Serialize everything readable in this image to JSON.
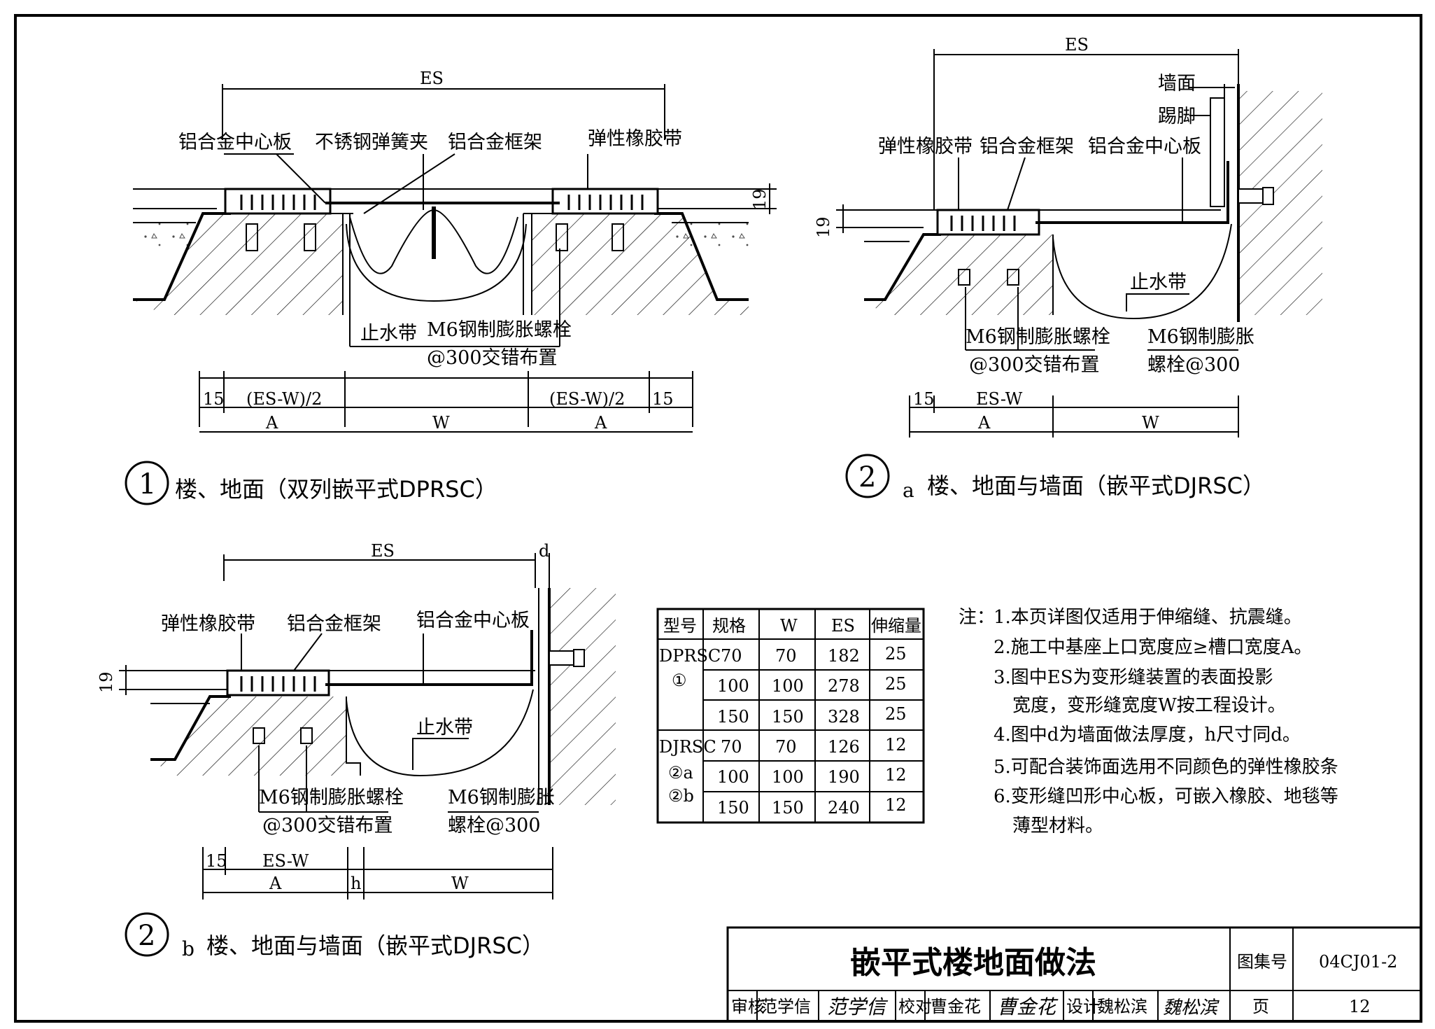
{
  "detail1": {
    "es": "ES",
    "labels": [
      "铝合金中心板",
      "不锈钢弹簧夹",
      "铝合金框架",
      "弹性橡胶带"
    ],
    "waterstop": "止水带",
    "bolt1": "M6钢制膨胀螺栓",
    "bolt2": "@300交错布置",
    "dim19": "19",
    "d15a": "15",
    "desw_l": "(ES-W)/2",
    "desw_r": "(ES-W)/2",
    "d15b": "15",
    "dA1": "A",
    "dW": "W",
    "dA2": "A",
    "num": "1",
    "title": "楼、地面（双列嵌平式DPRSC）"
  },
  "detail2a": {
    "es": "ES",
    "wall": "墙面",
    "skirt": "踢脚",
    "labels": [
      "弹性橡胶带",
      "铝合金框架",
      "铝合金中心板"
    ],
    "dim19": "19",
    "waterstop": "止水带",
    "bolt1": "M6钢制膨胀螺栓",
    "bolt2": "@300交错布置",
    "boltw1": "M6钢制膨胀",
    "boltw2": "螺栓@300",
    "d15": "15",
    "desw": "ES-W",
    "dA": "A",
    "dW": "W",
    "num": "2",
    "sub": "a",
    "title": "楼、地面与墙面（嵌平式DJRSC）"
  },
  "detail2b": {
    "es": "ES",
    "d": "d",
    "labels": [
      "弹性橡胶带",
      "铝合金框架",
      "铝合金中心板"
    ],
    "dim19": "19",
    "waterstop": "止水带",
    "bolt1": "M6钢制膨胀螺栓",
    "bolt2": "@300交错布置",
    "boltw1": "M6钢制膨胀",
    "boltw2": "螺栓@300",
    "d15": "15",
    "desw": "ES-W",
    "dA": "A",
    "dh": "h",
    "dW": "W",
    "num": "2",
    "sub": "b",
    "title": "楼、地面与墙面（嵌平式DJRSC）"
  },
  "spec_table": {
    "headers": [
      "型号",
      "规格",
      "W",
      "ES",
      "伸缩量"
    ],
    "groups": [
      {
        "model": [
          "DPRSC",
          "①"
        ],
        "rows": [
          [
            "70",
            "70",
            "182",
            "25"
          ],
          [
            "100",
            "100",
            "278",
            "25"
          ],
          [
            "150",
            "150",
            "328",
            "25"
          ]
        ]
      },
      {
        "model": [
          "DJRSC",
          "②a",
          "②b"
        ],
        "rows": [
          [
            "70",
            "70",
            "126",
            "12"
          ],
          [
            "100",
            "100",
            "190",
            "12"
          ],
          [
            "150",
            "150",
            "240",
            "12"
          ]
        ]
      }
    ]
  },
  "notes": {
    "prefix": "注：",
    "lines": [
      "1.本页详图仅适用于伸缩缝、抗震缝。",
      "2.施工中基座上口宽度应≥槽口宽度A。",
      "3.图中ES为变形缝装置的表面投影",
      "宽度，变形缝宽度W按工程设计。",
      "4.图中d为墙面做法厚度，h尺寸同d。",
      "5.可配合装饰面选用不同颜色的弹性橡胶条",
      "6.变形缝凹形中心板，可嵌入橡胶、地毯等",
      "薄型材料。"
    ]
  },
  "title_block": {
    "title": "嵌平式楼地面做法",
    "atlas_label": "图集号",
    "atlas_no": "04CJ01-2",
    "review_label": "审核",
    "reviewer": "范学信",
    "review_sign": "范学信",
    "check_label": "校对",
    "checker": "曹金花",
    "check_sign": "曹金花",
    "design_label": "设计",
    "designer": "魏松滨",
    "design_sign": "魏松滨",
    "page_label": "页",
    "page_no": "12"
  }
}
